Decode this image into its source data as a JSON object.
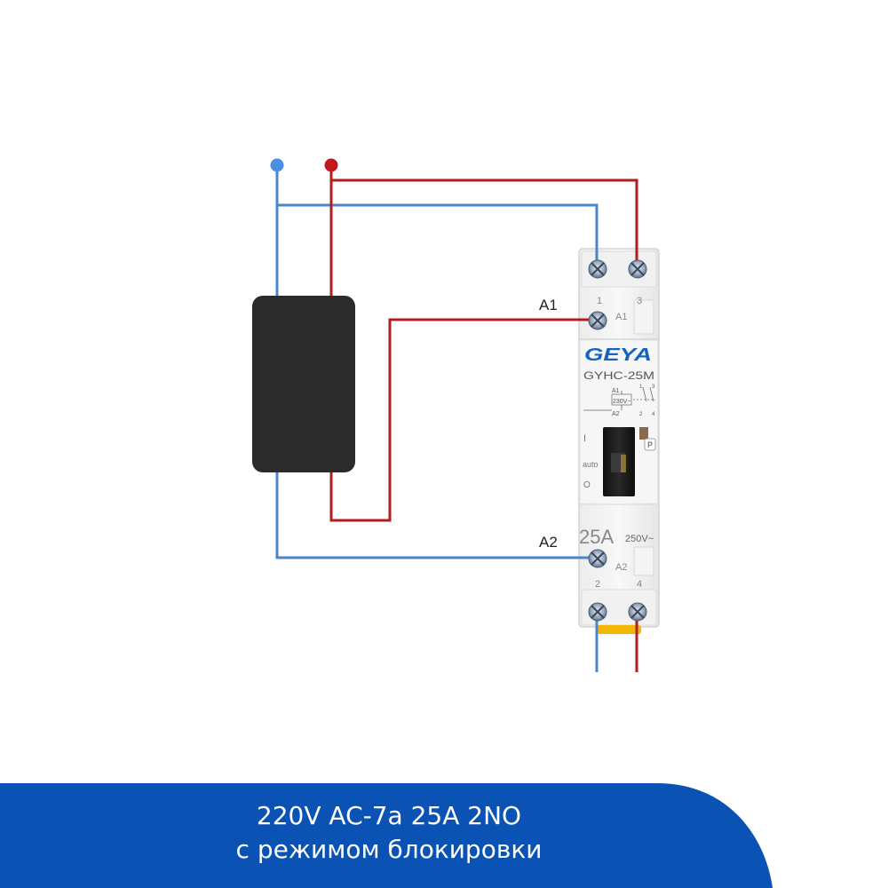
{
  "device": {
    "brand": "GEYA",
    "model": "GYHC-25M",
    "rating": "25A",
    "voltage": "250V~",
    "coil_voltage": "230V~",
    "mode_on": "I",
    "mode_auto": "auto",
    "mode_off": "O",
    "lock_mark": "P",
    "terminal_1": "1",
    "terminal_2": "2",
    "terminal_3": "3",
    "terminal_4": "4",
    "coil_a1": "A1",
    "coil_a2": "A2",
    "schematic_a1": "A1",
    "schematic_a2": "A2",
    "schematic_1": "1",
    "schematic_2": "2",
    "schematic_3": "3",
    "schematic_4": "4"
  },
  "wiring": {
    "label_a1": "A1",
    "label_a2": "A2"
  },
  "banner": {
    "line1": "220V AC-7a 25A 2NO",
    "line2": "с режимом блокировки"
  },
  "colors": {
    "neutral_wire": "#4a86c8",
    "phase_wire": "#b01e1e",
    "terminal_dot_blue": "#4a90e2",
    "terminal_dot_red": "#c0181c",
    "load_box": "#2b2b2b",
    "banner": "#0a52b4",
    "brand": "#1565c0"
  }
}
